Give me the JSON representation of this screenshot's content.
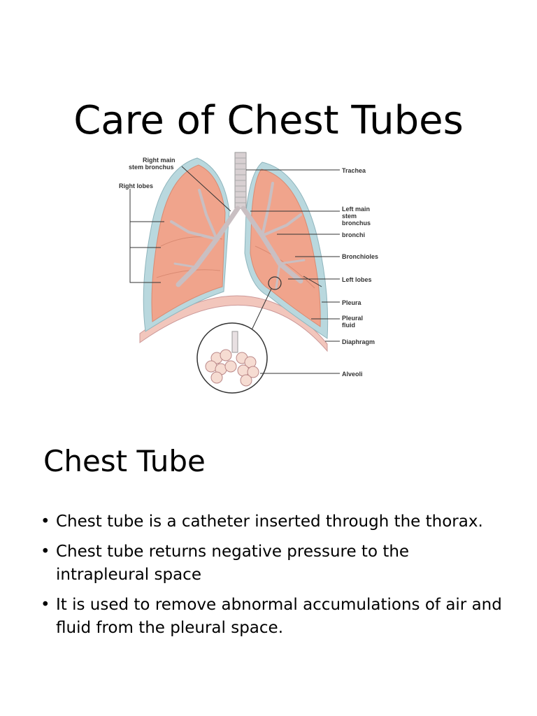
{
  "slide": {
    "title": "Care of Chest Tubes",
    "section_heading": "Chest Tube",
    "bullets": [
      "Chest tube is a catheter inserted through the thorax.",
      "Chest tube returns negative pressure to the intrapleural space",
      "It is used to remove abnormal accumulations of air and fluid from the pleural space."
    ],
    "bullet_glyph": "•"
  },
  "figure": {
    "labels": {
      "right_main_1": "Right main",
      "right_main_2": "stem bronchus",
      "right_lobes": "Right lobes",
      "trachea": "Trachea",
      "left_main_1": "Left main",
      "left_main_2": "stem",
      "left_main_3": "bronchus",
      "bronchi": "bronchi",
      "bronchioles": "Bronchioles",
      "left_lobes": "Left lobes",
      "pleura": "Pleura",
      "pleural_fluid_1": "Pleural",
      "pleural_fluid_2": "fluid",
      "diaphragm": "Diaphragm",
      "alveoli": "Alveoli"
    },
    "colors": {
      "lung_fill": "#f0a48c",
      "lung_dark": "#d98a72",
      "pleura": "#b9d8de",
      "diaphragm": "#f2c6bc",
      "airway": "#d8d0d2",
      "leader_line": "#333333"
    }
  }
}
